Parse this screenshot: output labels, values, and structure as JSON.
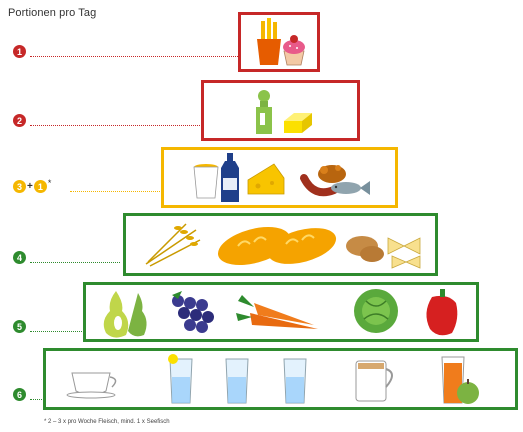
{
  "title": "Portionen pro Tag",
  "footnote": "* 2 – 3 x pro Woche Fleisch, mind. 1 x Seefisch",
  "colors": {
    "red": "#c62828",
    "yellow": "#f5b700",
    "green": "#2e8b2e"
  },
  "levels": [
    {
      "number": "1",
      "color": "red",
      "icons": [
        "fries-icon",
        "cupcake-icon"
      ]
    },
    {
      "number": "2",
      "color": "red",
      "icons": [
        "oil-bottle-icon",
        "butter-icon"
      ]
    },
    {
      "number": "3",
      "extra": "1",
      "plus": "+",
      "star": "*",
      "color": "yellow",
      "icons": [
        "yogurt-icon",
        "milk-bottle-icon",
        "cheese-icon",
        "sausage-icon",
        "chicken-icon",
        "fish-icon"
      ]
    },
    {
      "number": "4",
      "color": "green",
      "icons": [
        "grain-icon",
        "bread-icon",
        "potato-icon",
        "pasta-icon"
      ]
    },
    {
      "number": "5",
      "color": "green",
      "icons": [
        "pear-icon",
        "grapes-icon",
        "carrot-icon",
        "lettuce-icon",
        "pepper-icon"
      ]
    },
    {
      "number": "6",
      "color": "green",
      "icons": [
        "cup-icon",
        "water-glass-icon",
        "mug-icon",
        "juice-glass-icon",
        "apple-icon"
      ]
    }
  ]
}
